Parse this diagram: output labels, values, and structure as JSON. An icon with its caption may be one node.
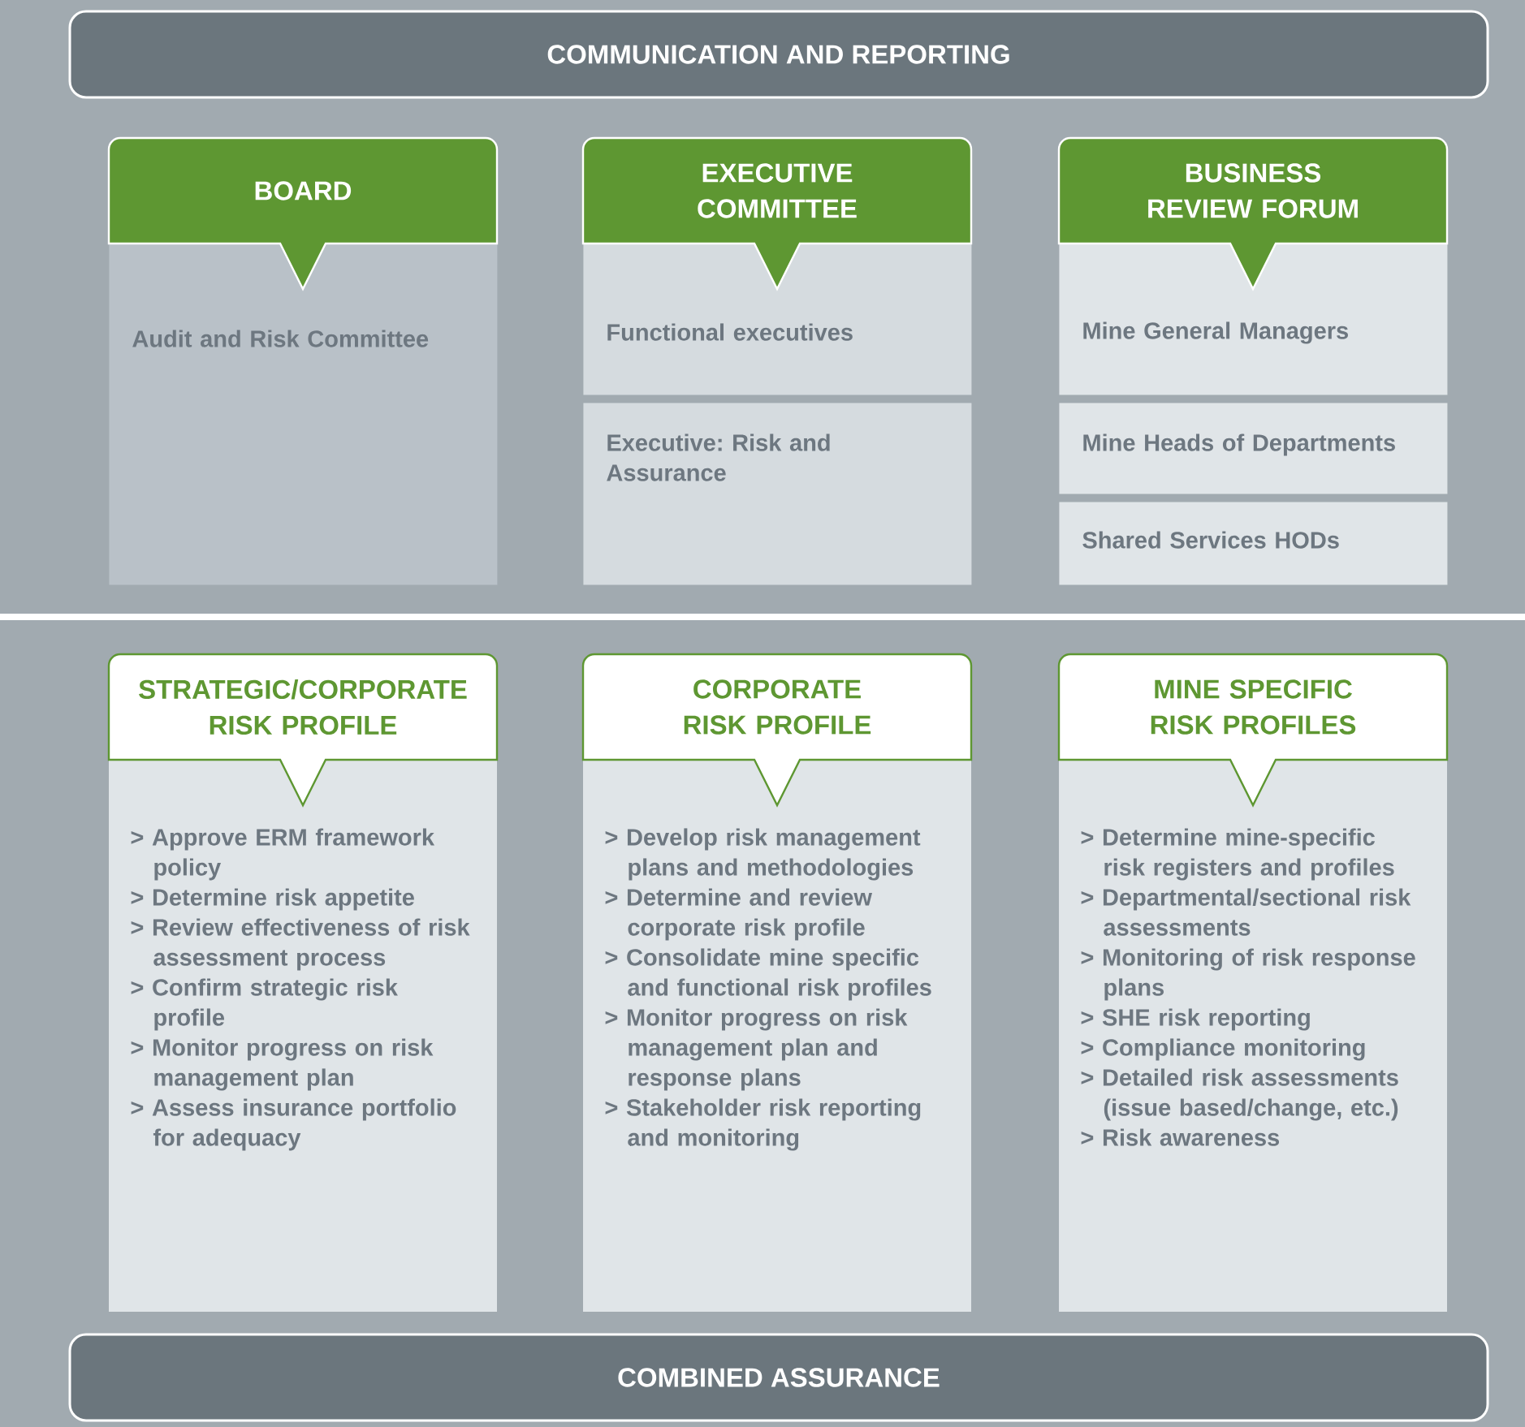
{
  "diagram": {
    "nodes": [
      {
        "text": [
          "COMMUNICATION AND REPORTING"
        ]
      },
      {
        "text": [
          "BOARD"
        ]
      },
      {
        "text": [
          "Audit and Risk Committee"
        ]
      },
      {
        "text": [
          "EXECUTIVE COMMITTEE"
        ]
      },
      {
        "text": [
          "Functional executives"
        ]
      },
      {
        "text": [
          "Executive: Risk and Assurance"
        ]
      },
      {
        "text": [
          "BUSINESS REVIEW FORUM"
        ]
      },
      {
        "text": [
          "Mine General Managers"
        ]
      },
      {
        "text": [
          "Mine Heads of Departments"
        ]
      },
      {
        "text": [
          "Shared Services HODs"
        ]
      },
      {
        "text": [
          "STRATEGIC/CORPORATE RISK PROFILE",
          "> Approve ERM framework policy",
          "> Determine risk appetite",
          "> Review effectiveness of risk assessment process",
          "> Confirm strategic risk profile",
          "> Monitor progress on risk management plan",
          "> Assess insurance portfolio for adequacy"
        ]
      },
      {
        "text": [
          "CORPORATE RISK PROFILE",
          "> Develop risk management plans and methodologies",
          "> Determine and review corporate risk profile",
          "> Consolidate mine specific and functional risk profiles",
          "> Monitor progress on risk management plan and response plans",
          "> Stakeholder risk reporting and monitoring"
        ]
      },
      {
        "text": [
          "MINE SPECIFIC RISK PROFILES",
          "> Determine mine-specific risk registers and profiles",
          "> Departmental/sectional risk assessments",
          "> Monitoring of risk response plans",
          "> SHE risk reporting",
          "> Compliance monitoring",
          "> Detailed risk assessments (issue based/change, etc.)",
          "> Risk awareness"
        ]
      },
      {
        "text": [
          "COMBINED ASSURANCE"
        ]
      }
    ]
  }
}
